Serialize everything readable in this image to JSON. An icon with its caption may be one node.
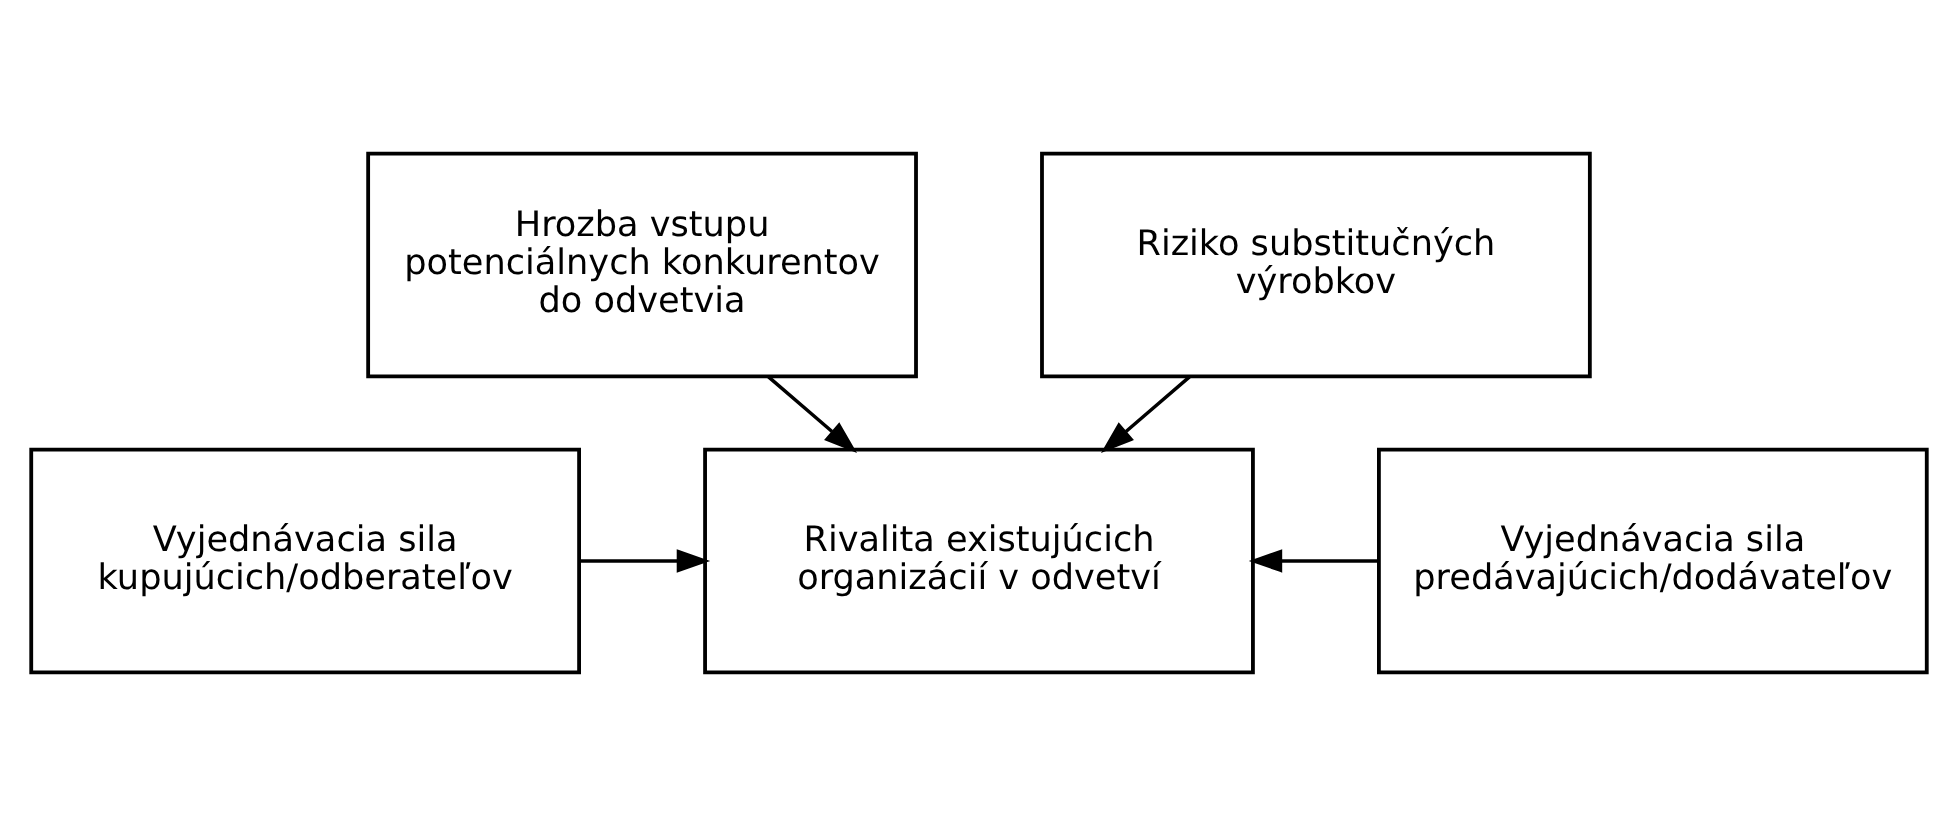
{
  "diagram": {
    "nodes": [
      {
        "text": [
          "Hrozba vstupu potenciálnych konkurentov do odvetvia"
        ]
      },
      {
        "text": [
          "Vyjednávacia sila kupujúcich/odberateľov"
        ]
      },
      {
        "text": [
          "Rivalita existujúcich organizácií v odvetví"
        ]
      },
      {
        "text": [
          "Vyjednávacia sila predávajúcich/dodávateľov"
        ]
      },
      {
        "text": [
          "Riziko substitučných výrobkov"
        ]
      }
    ],
    "edges": [
      {
        "from": 0,
        "to": 2,
        "arrow": "to"
      },
      {
        "from": 1,
        "to": 2,
        "arrow": "to"
      },
      {
        "from": 3,
        "to": 2,
        "arrow": "to"
      },
      {
        "from": 4,
        "to": 2,
        "arrow": "to"
      }
    ]
  }
}
